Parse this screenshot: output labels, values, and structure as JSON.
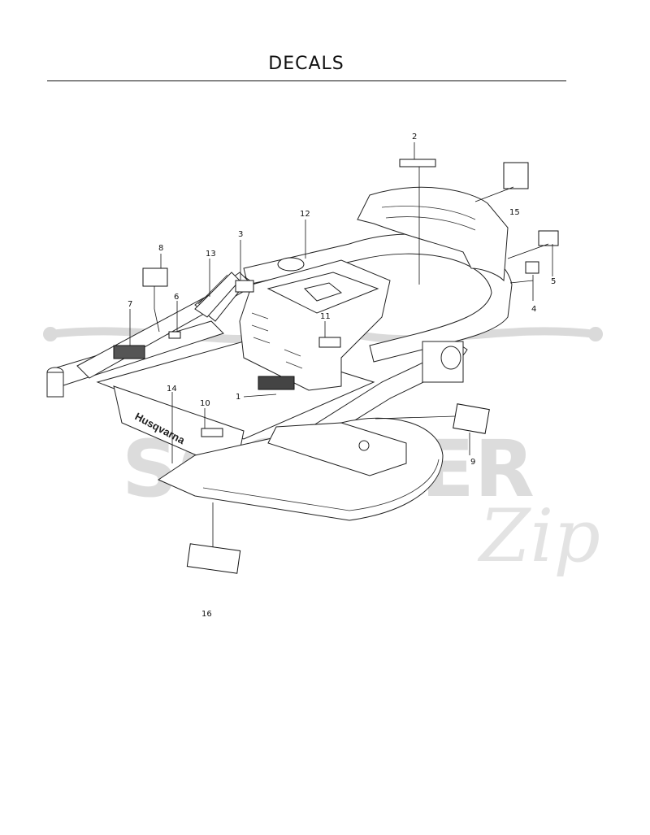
{
  "page": {
    "title": "DECALS"
  },
  "watermark": {
    "brand": "SCOOTER",
    "script": "Zip"
  },
  "logo_text": "Husqvarna",
  "callouts": [
    {
      "id": "1",
      "label": "1"
    },
    {
      "id": "2",
      "label": "2"
    },
    {
      "id": "3",
      "label": "3"
    },
    {
      "id": "4",
      "label": "4"
    },
    {
      "id": "5",
      "label": "5"
    },
    {
      "id": "6",
      "label": "6"
    },
    {
      "id": "7",
      "label": "7"
    },
    {
      "id": "8",
      "label": "8"
    },
    {
      "id": "9",
      "label": "9"
    },
    {
      "id": "10",
      "label": "10"
    },
    {
      "id": "11",
      "label": "11"
    },
    {
      "id": "12",
      "label": "12"
    },
    {
      "id": "13",
      "label": "13"
    },
    {
      "id": "14",
      "label": "14"
    },
    {
      "id": "15",
      "label": "15"
    },
    {
      "id": "16",
      "label": "16"
    }
  ]
}
